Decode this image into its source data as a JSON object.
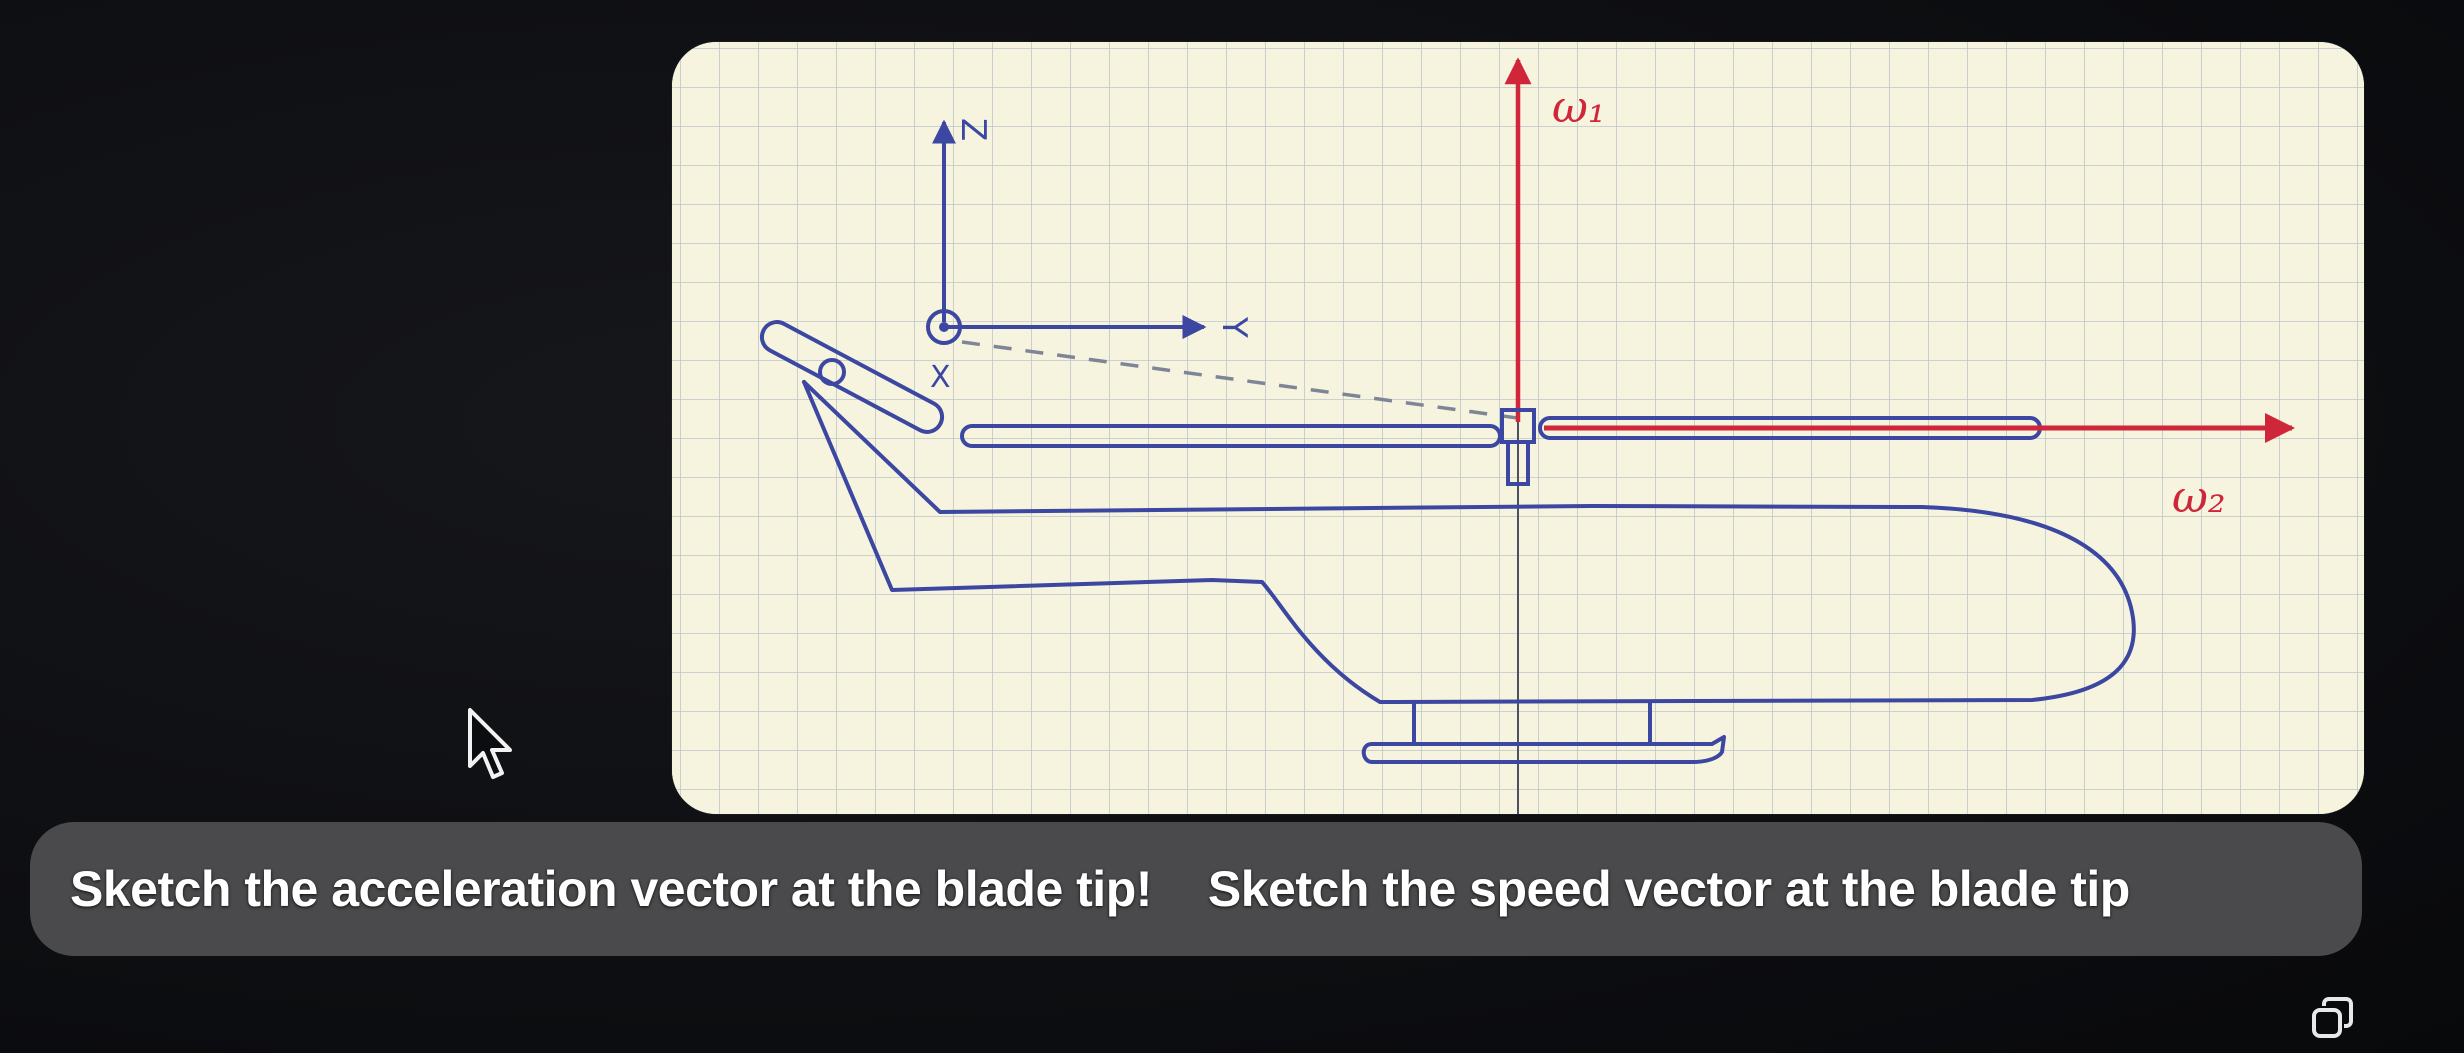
{
  "sketch": {
    "labels": {
      "z_axis": "Z",
      "y_axis": "Y",
      "x_axis": "X",
      "omega_1": "ω₁",
      "omega_2": "ω₂"
    },
    "colors": {
      "paper": "#f6f3df",
      "grid": "#b9c3c6",
      "pen_blue": "#3b47a0",
      "pen_red": "#d0263a"
    }
  },
  "suggestions": [
    {
      "label": "Sketch the acceleration vector at the blade tip!"
    },
    {
      "label": "Sketch the speed vector at the blade tip"
    }
  ],
  "icons": {
    "cursor": "mouse-pointer-icon",
    "copy": "copy-icon"
  }
}
